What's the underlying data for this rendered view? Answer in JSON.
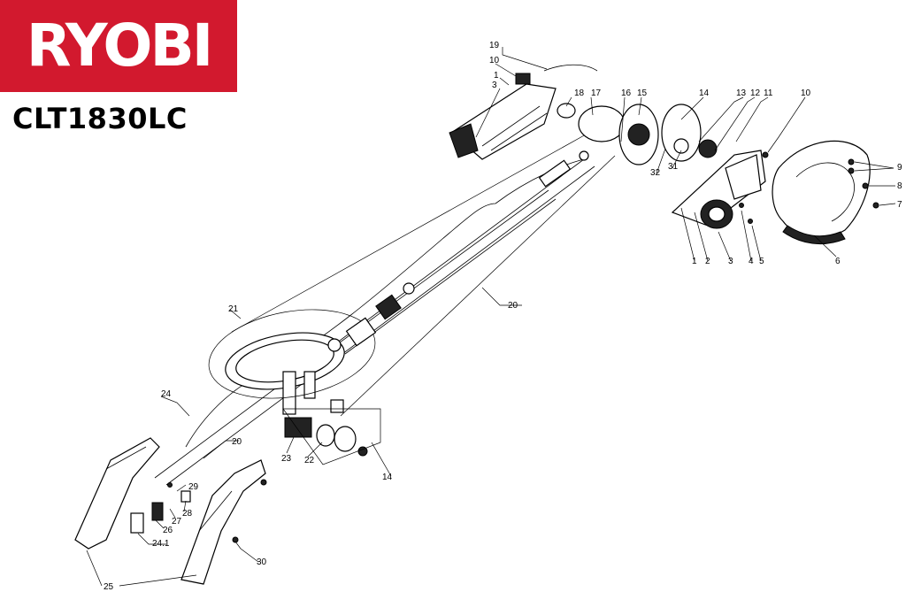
{
  "brand": {
    "logo_text": "RYOBI",
    "logo_color": "#d2192e"
  },
  "model": "CLT1830LC",
  "callouts": [
    {
      "id": "c19",
      "text": "19"
    },
    {
      "id": "c10a",
      "text": "10"
    },
    {
      "id": "c1a",
      "text": "1"
    },
    {
      "id": "c3a",
      "text": "3"
    },
    {
      "id": "c18",
      "text": "18"
    },
    {
      "id": "c17",
      "text": "17"
    },
    {
      "id": "c16",
      "text": "16"
    },
    {
      "id": "c15",
      "text": "15"
    },
    {
      "id": "c14a",
      "text": "14"
    },
    {
      "id": "c13",
      "text": "13"
    },
    {
      "id": "c12",
      "text": "12"
    },
    {
      "id": "c11",
      "text": "11"
    },
    {
      "id": "c10b",
      "text": "10"
    },
    {
      "id": "c32",
      "text": "32"
    },
    {
      "id": "c31",
      "text": "31"
    },
    {
      "id": "c9",
      "text": "9"
    },
    {
      "id": "c8",
      "text": "8"
    },
    {
      "id": "c7",
      "text": "7"
    },
    {
      "id": "c6",
      "text": "6"
    },
    {
      "id": "c1b",
      "text": "1"
    },
    {
      "id": "c2",
      "text": "2"
    },
    {
      "id": "c3b",
      "text": "3"
    },
    {
      "id": "c4",
      "text": "4"
    },
    {
      "id": "c5",
      "text": "5"
    },
    {
      "id": "c20a",
      "text": "20"
    },
    {
      "id": "c21",
      "text": "21"
    },
    {
      "id": "c24",
      "text": "24"
    },
    {
      "id": "c20b",
      "text": "20"
    },
    {
      "id": "c23",
      "text": "23"
    },
    {
      "id": "c22",
      "text": "22"
    },
    {
      "id": "c14b",
      "text": "14"
    },
    {
      "id": "c29",
      "text": "29"
    },
    {
      "id": "c28",
      "text": "28"
    },
    {
      "id": "c27",
      "text": "27"
    },
    {
      "id": "c26",
      "text": "26"
    },
    {
      "id": "c24_1",
      "text": "24.1"
    },
    {
      "id": "c30",
      "text": "30"
    },
    {
      "id": "c25",
      "text": "25"
    }
  ]
}
